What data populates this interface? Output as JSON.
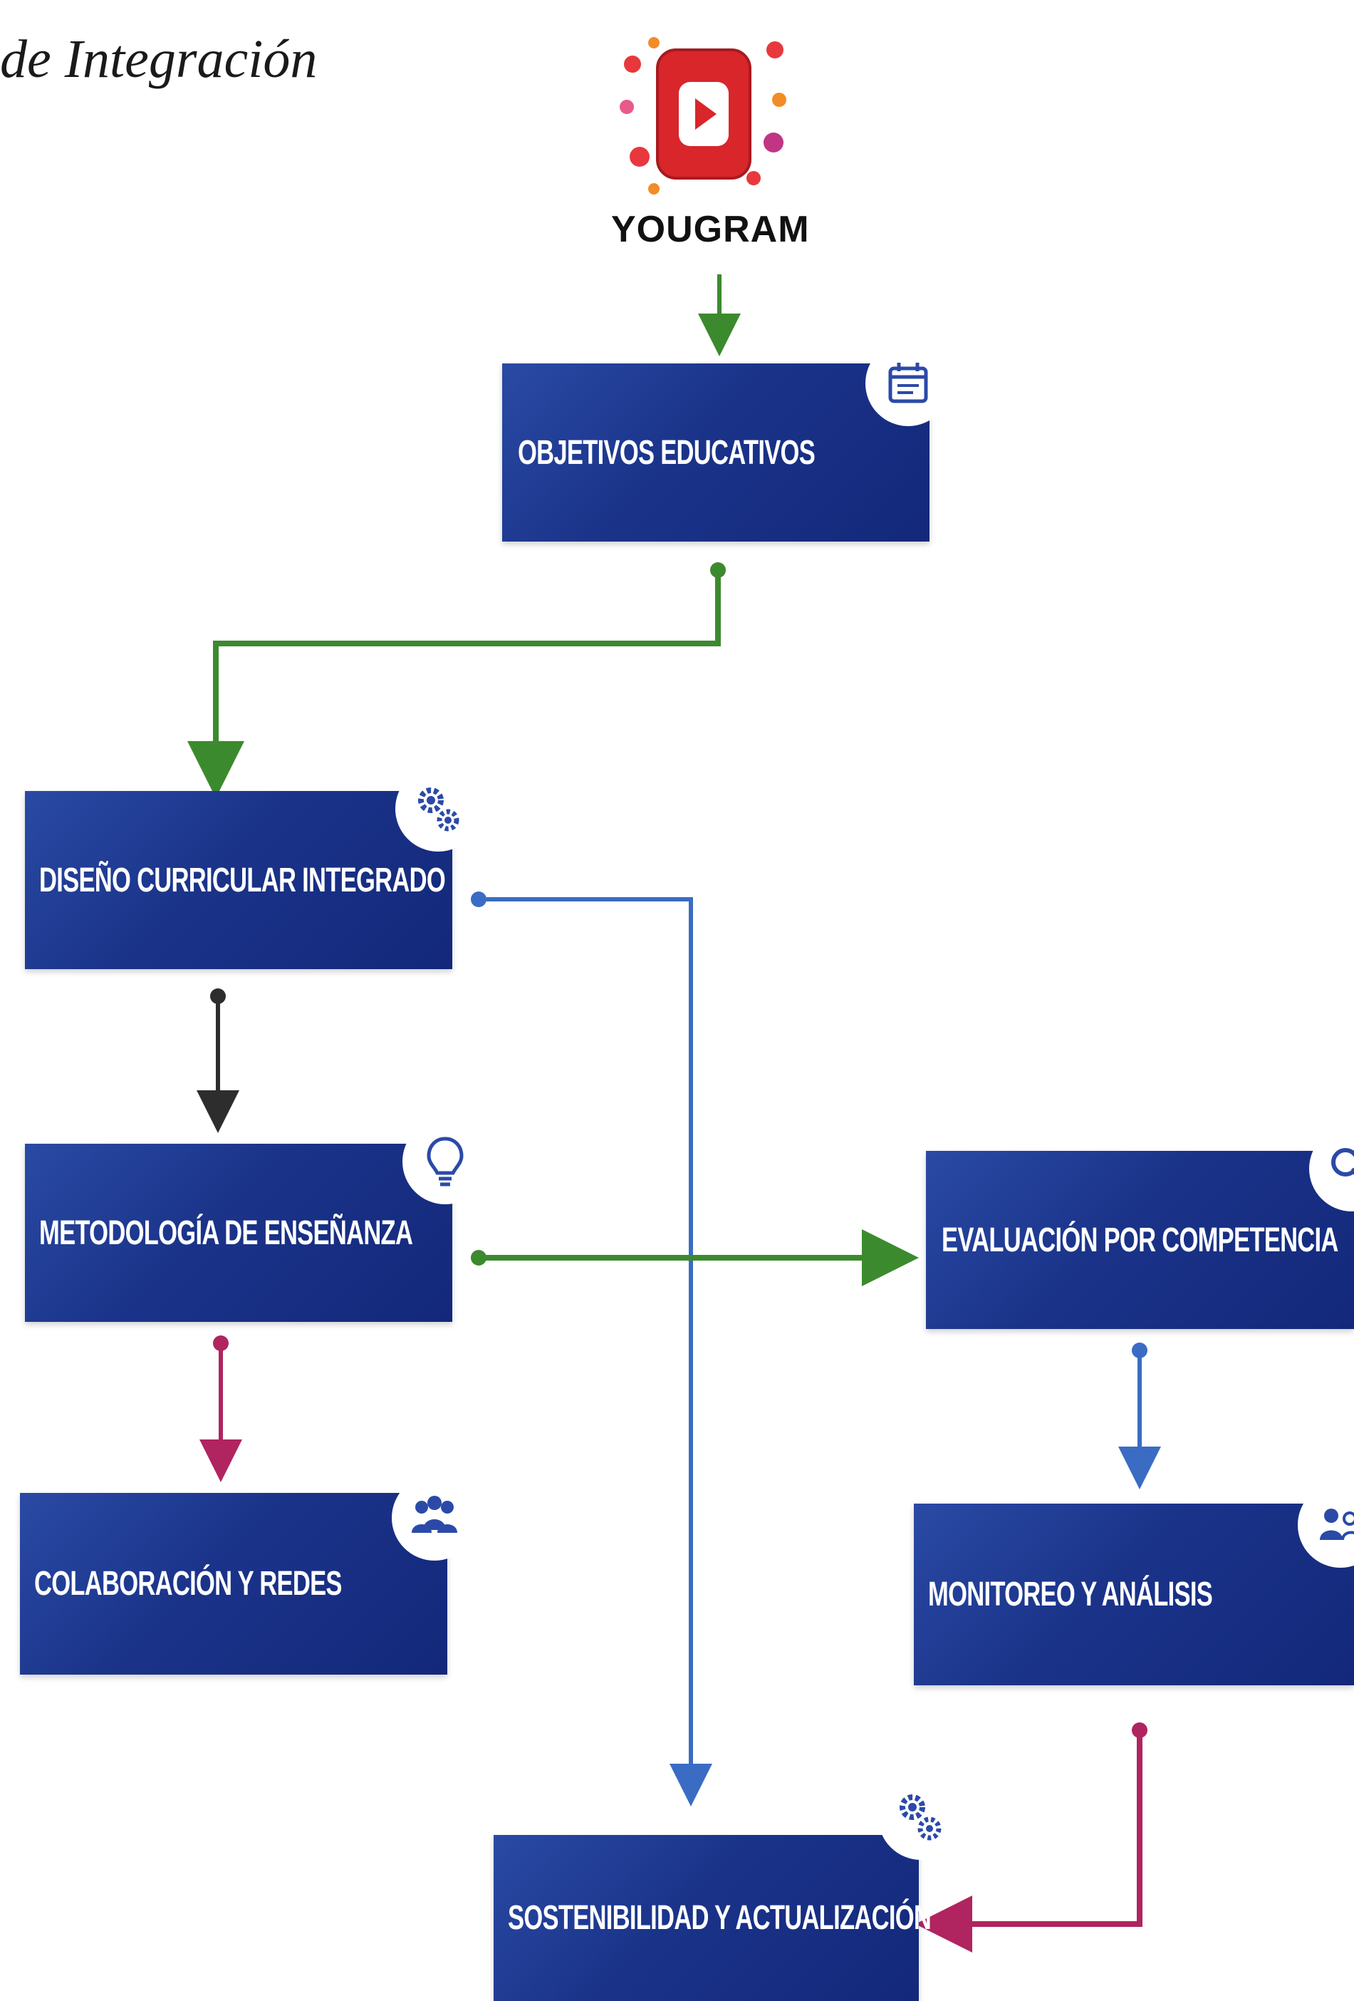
{
  "title": "de Integración",
  "logo": {
    "name": "YOUGRAM",
    "colors": {
      "primary": "#d8262b",
      "accent": "#f28c28"
    }
  },
  "nodes": {
    "objetivos": {
      "label": "OBJETIVOS EDUCATIVOS",
      "icon": "calendar-icon"
    },
    "diseno": {
      "label": "DISEÑO CURRICULAR INTEGRADO",
      "icon": "gears-icon"
    },
    "metodologia": {
      "label": "METODOLOGÍA DE ENSEÑANZA",
      "icon": "lightbulb-icon"
    },
    "colaboracion": {
      "label": "COLABORACIÓN Y REDES",
      "icon": "people-icon"
    },
    "evaluacion": {
      "label": "EVALUACIÓN POR COMPETENCIA",
      "icon": "magnifier-icon"
    },
    "monitoreo": {
      "label": "MONITOREO Y ANÁLISIS",
      "icon": "user-group-icon"
    },
    "sostenibilidad": {
      "label": "SOSTENIBILIDAD Y ACTUALIZACIÓN",
      "icon": "gears-icon"
    }
  },
  "colors": {
    "box": "#1a3389",
    "icon": "#2b4aa8",
    "green_connector": "#3c8a2e",
    "blue_connector": "#3a6cc4",
    "dark_connector": "#2d2d2d",
    "magenta_connector": "#b0245f"
  }
}
